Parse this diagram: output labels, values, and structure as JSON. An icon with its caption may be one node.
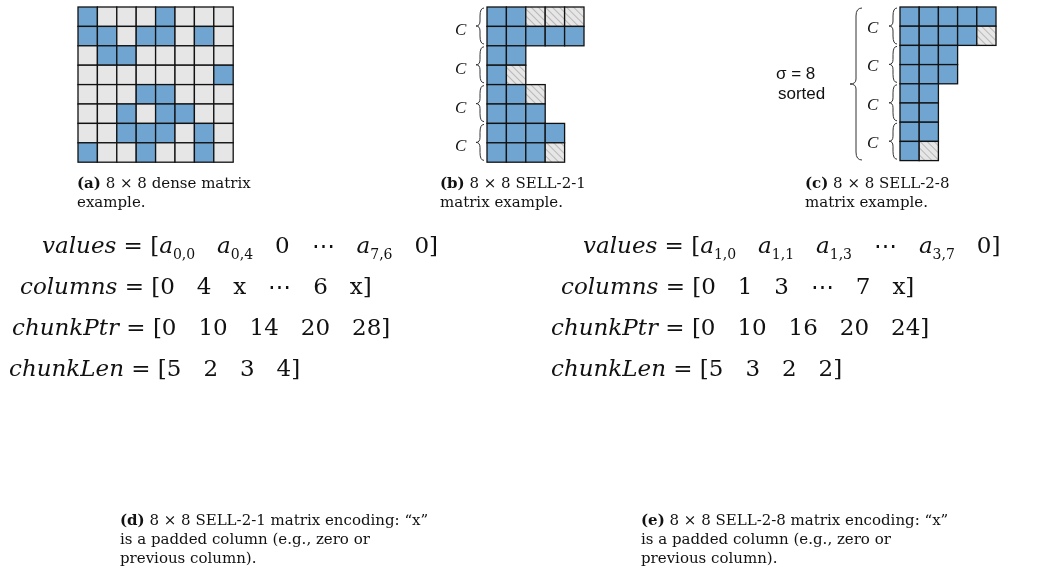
{
  "diagram": {
    "labels": [
      "C",
      "C",
      "C",
      "C",
      "C",
      "C",
      "C",
      "C",
      "σ = 8",
      "sorted",
      "**(a)** 8 × 8 dense matrix example.",
      "**(b)** 8 × 8 SELL-2-1 matrix example.",
      "**(c)** 8 × 8 SELL-2-8 matrix example.",
      "*values* = [*a*$_{0,0}$   *a*$_{0,4}$   0   ⋯   *a*$_{7,6}$   0]",
      "*columns* = [0   4   x   ⋯   6   x]",
      "*chunkPtr* = [0   10   14   20   28]",
      "*chunkLen* = [5   2   3   4]",
      "*values* = [*a*$_{1,0}$   *a*$_{1,1}$   *a*$_{1,3}$   ⋯   *a*$_{3,7}$   0]",
      "*columns* = [0   1   3   ⋯   7   x]",
      "*chunkPtr* = [0   10   16   20   24]",
      "*chunkLen* = [5   3   2   2]",
      "**(d)** 8 × 8 SELL-2-1 matrix encoding: “x” is a padded column (e.g., zero or previous column).",
      "**(e)** 8 × 8 SELL-2-8 matrix encoding: “x” is a padded column (e.g., zero or previous column)."
    ]
  }
}
